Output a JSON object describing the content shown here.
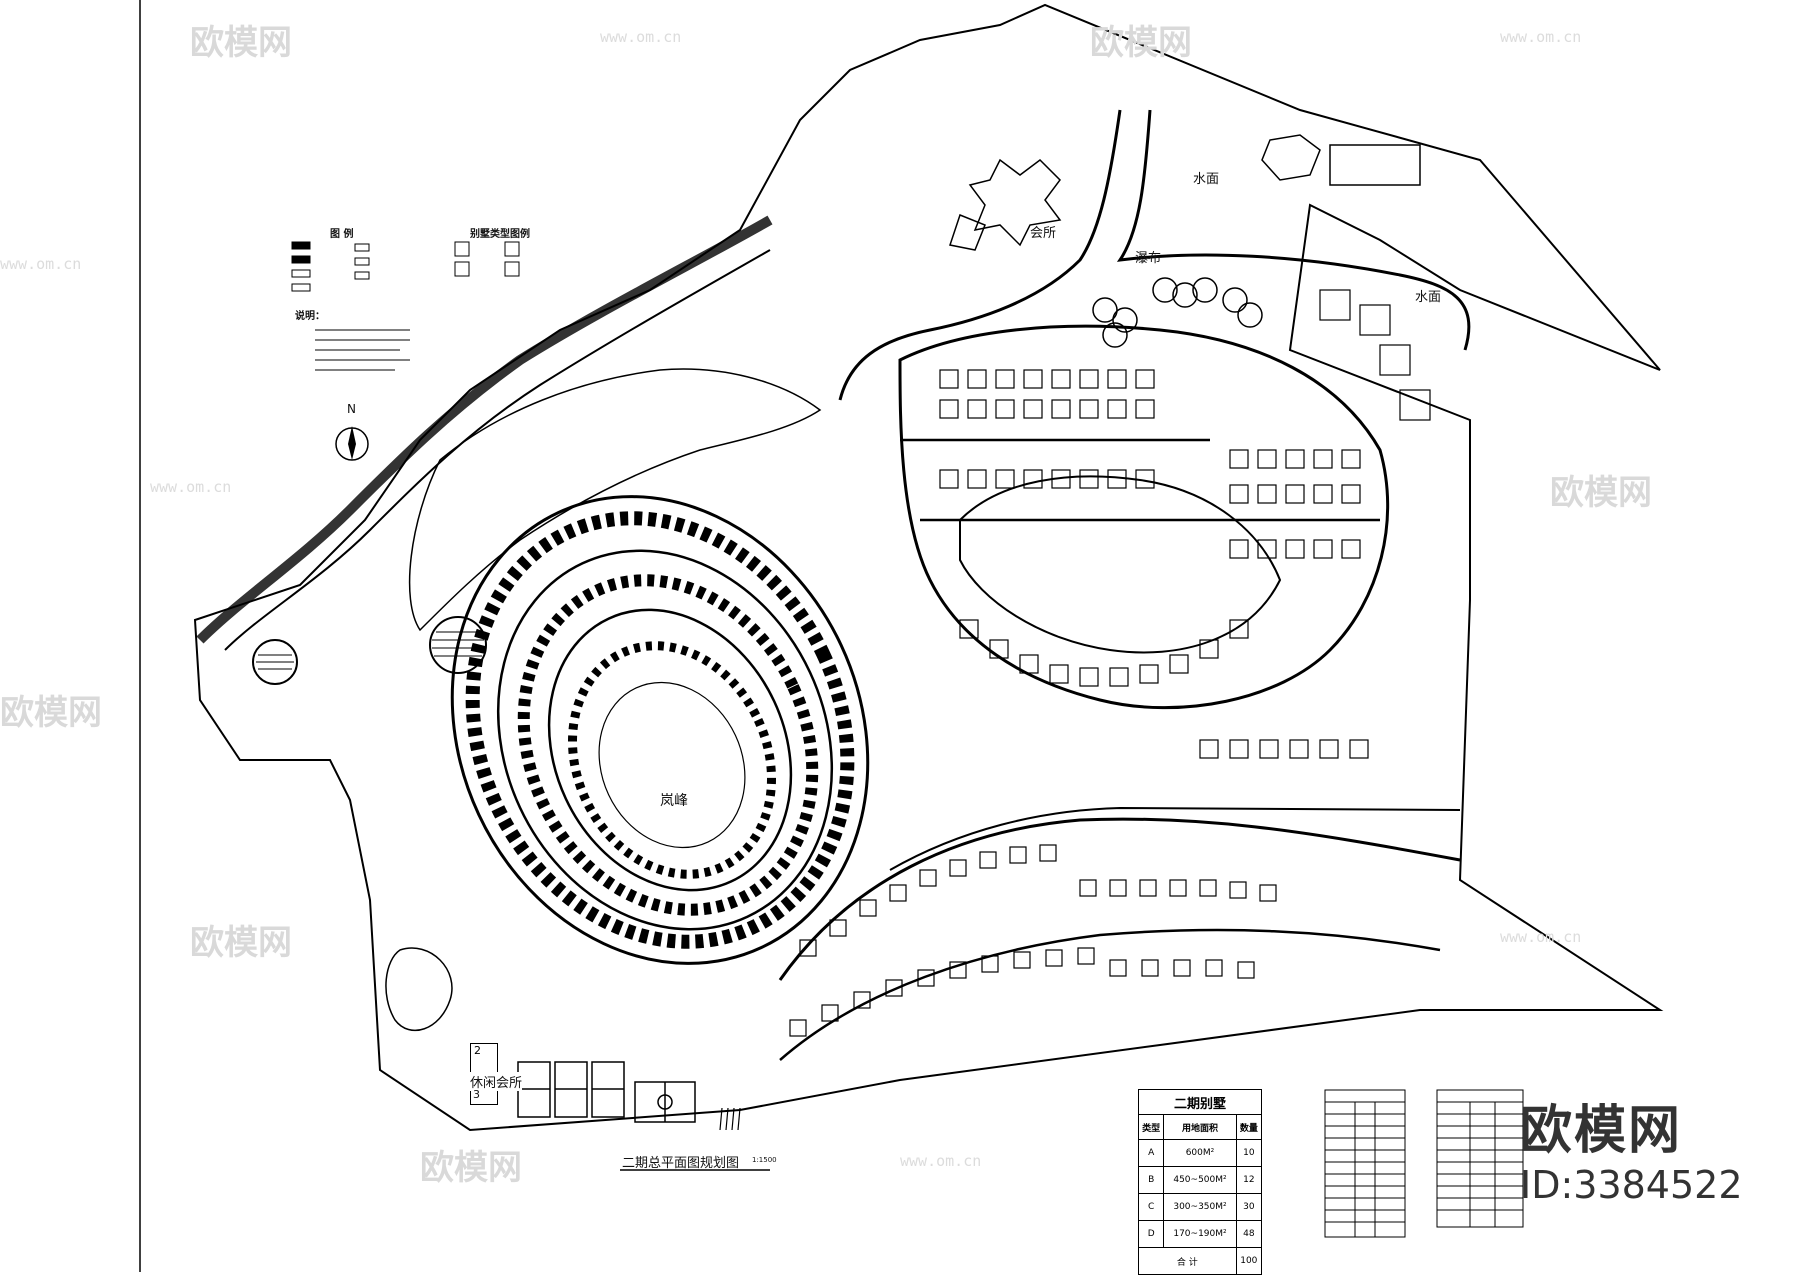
{
  "labels": {
    "water_top": "水面",
    "water_right": "水面",
    "clubhouse": "会所",
    "waterfall": "瀑布",
    "hill": "岚峰",
    "leisure_club": "休闲会所",
    "north": "N",
    "drawing_title": "二期总平面图规划图",
    "scale": "1:1500",
    "legend_title": "图  例",
    "legend2_title": "别墅类型图例",
    "notes_title": "说明：",
    "stamp_top": "2",
    "stamp_bottom": "3"
  },
  "villa_table": {
    "title": "二期别墅",
    "headers": [
      "类型",
      "用地面积",
      "数量"
    ],
    "rows": [
      [
        "A",
        "600M²",
        "10"
      ],
      [
        "B",
        "450~500M²",
        "12"
      ],
      [
        "C",
        "300~350M²",
        "30"
      ],
      [
        "D",
        "170~190M²",
        "48"
      ]
    ],
    "total_label": "合 计",
    "total_value": "100"
  },
  "watermark": {
    "brand": "欧模网",
    "url": "www.om.cn",
    "id": "ID:3384522"
  },
  "colors": {
    "ink": "#000000",
    "paper": "#ffffff",
    "watermark": "#d9d9d9"
  }
}
